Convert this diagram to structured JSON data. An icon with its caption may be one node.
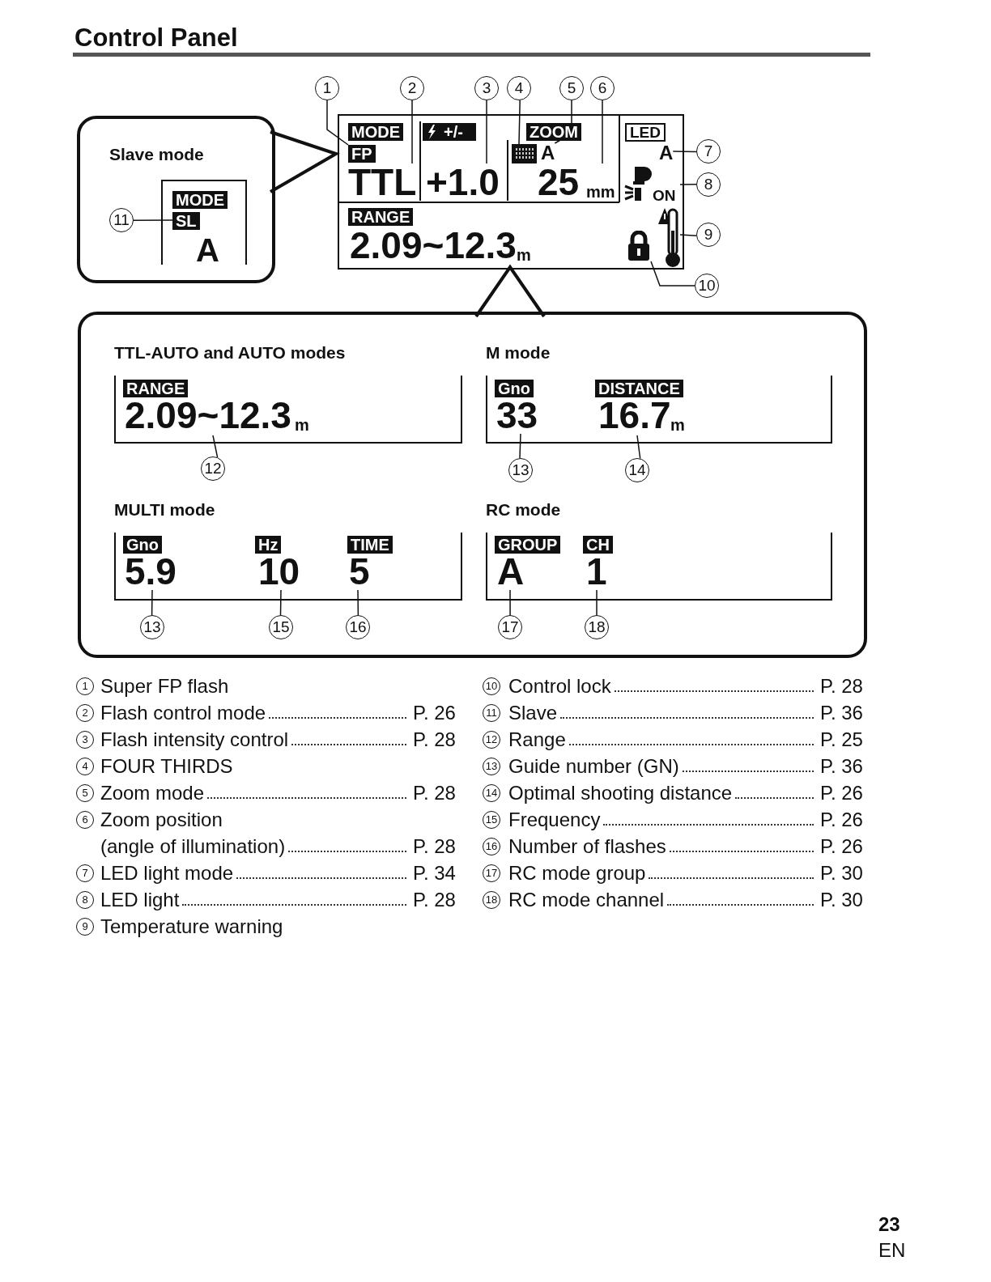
{
  "diagram": {
    "title": "Control Panel",
    "nodes": [
      {
        "text": [
          "Slave mode"
        ]
      },
      {
        "text": [
          "A"
        ],
        "in": 0
      },
      {
        "text": [
          "SL"
        ],
        "in": 1
      },
      {
        "text": [
          "11"
        ],
        "in": 0
      },
      {
        "text": [],
        "shape": "box"
      },
      {
        "text": [
          "FP"
        ],
        "in": 4
      },
      {
        "text": [
          "TTL"
        ],
        "in": 4
      },
      {
        "text": [
          "+1.0"
        ],
        "in": 4
      },
      {
        "text": [],
        "shape": "box",
        "in": 4
      },
      {
        "text": [
          "A"
        ],
        "in": 4
      },
      {
        "text": [
          "25",
          "mm"
        ],
        "in": 4
      },
      {
        "text": [
          "A"
        ],
        "in": 4
      },
      {
        "text": [
          "ON"
        ],
        "in": 4
      },
      {
        "text": [],
        "shape": "thermometer",
        "in": 4
      },
      {
        "text": [],
        "shape": "lock",
        "in": 4
      },
      {
        "text": [
          "2.09~12.3",
          "m"
        ],
        "in": 4
      },
      {
        "text": [
          "1"
        ]
      },
      {
        "text": [
          "2"
        ]
      },
      {
        "text": [
          "3"
        ]
      },
      {
        "text": [
          "4"
        ]
      },
      {
        "text": [
          "5"
        ]
      },
      {
        "text": [
          "6"
        ]
      },
      {
        "text": [
          "7"
        ]
      },
      {
        "text": [
          "8"
        ]
      },
      {
        "text": [
          "9"
        ]
      },
      {
        "text": [
          "10"
        ]
      },
      {
        "text": [],
        "shape": "box"
      },
      {
        "text": [
          "TTL-AUTO and AUTO modes"
        ],
        "in": 26
      },
      {
        "text": [
          "2.09~12.3",
          "m"
        ],
        "in": 27
      },
      {
        "text": [
          "12"
        ],
        "in": 26
      },
      {
        "text": [
          "M mode"
        ],
        "in": 26
      },
      {
        "text": [
          "33"
        ],
        "in": 30
      },
      {
        "text": [
          "16.7",
          "m"
        ],
        "in": 30
      },
      {
        "text": [
          "13"
        ],
        "in": 26
      },
      {
        "text": [
          "14"
        ],
        "in": 26
      },
      {
        "text": [
          "MULTI mode"
        ],
        "in": 26
      },
      {
        "text": [
          "5.9"
        ],
        "in": 35
      },
      {
        "text": [
          "10"
        ],
        "in": 35
      },
      {
        "text": [
          "5"
        ],
        "in": 35
      },
      {
        "text": [
          "13"
        ],
        "in": 26
      },
      {
        "text": [
          "15"
        ],
        "in": 26
      },
      {
        "text": [
          "16"
        ],
        "in": 26
      },
      {
        "text": [
          "RC mode"
        ],
        "in": 26
      },
      {
        "text": [
          "A"
        ],
        "in": 42
      },
      {
        "text": [
          "1"
        ],
        "in": 42
      },
      {
        "text": [
          "17"
        ],
        "in": 26
      },
      {
        "text": [
          "18"
        ],
        "in": 26
      },
      {
        "text": [
          "MODE"
        ],
        "in": 1
      },
      {
        "text": [
          "MODE"
        ],
        "in": 4
      },
      {
        "text": [
          "+/-"
        ],
        "in": 4
      },
      {
        "text": [
          "ZOOM"
        ],
        "in": 4
      },
      {
        "text": [
          "LED"
        ],
        "in": 4
      },
      {
        "text": [
          "RANGE"
        ],
        "in": 4
      },
      {
        "text": [
          "RANGE"
        ],
        "in": 27
      },
      {
        "text": [
          "Gno"
        ],
        "in": 30
      },
      {
        "text": [
          "DISTANCE"
        ],
        "in": 30
      },
      {
        "text": [
          "Gno"
        ],
        "in": 35
      },
      {
        "text": [
          "Hz"
        ],
        "in": 35
      },
      {
        "text": [
          "TIME"
        ],
        "in": 35
      },
      {
        "text": [
          "GROUP"
        ],
        "in": 42
      },
      {
        "text": [
          "CH"
        ],
        "in": 42
      }
    ],
    "edges": [
      {
        "from": 3,
        "to": 2,
        "arrow": "none"
      },
      {
        "from": 16,
        "to": 5,
        "arrow": "none"
      },
      {
        "from": 17,
        "to": 6,
        "arrow": "none"
      },
      {
        "from": 18,
        "to": 7,
        "arrow": "none"
      },
      {
        "from": 19,
        "to": 8,
        "arrow": "none"
      },
      {
        "from": 20,
        "to": 9,
        "arrow": "none"
      },
      {
        "from": 21,
        "to": 10,
        "arrow": "none"
      },
      {
        "from": 22,
        "to": 11,
        "arrow": "none"
      },
      {
        "from": 23,
        "to": 12,
        "arrow": "none"
      },
      {
        "from": 24,
        "to": 13,
        "arrow": "none"
      },
      {
        "from": 25,
        "to": 14,
        "arrow": "none"
      },
      {
        "from": 29,
        "to": 28,
        "arrow": "none"
      },
      {
        "from": 33,
        "to": 31,
        "arrow": "none"
      },
      {
        "from": 34,
        "to": 32,
        "arrow": "none"
      },
      {
        "from": 39,
        "to": 36,
        "arrow": "none"
      },
      {
        "from": 40,
        "to": 37,
        "arrow": "none"
      },
      {
        "from": 41,
        "to": 38,
        "arrow": "none"
      },
      {
        "from": 45,
        "to": 43,
        "arrow": "none"
      },
      {
        "from": 46,
        "to": 44,
        "arrow": "none"
      }
    ],
    "labels": [
      "1",
      "Super FP flash",
      "2",
      "Flash control mode",
      "P. 26",
      "3",
      "Flash intensity control",
      "P. 28",
      "4",
      "FOUR THIRDS",
      "5",
      "Zoom mode",
      "P. 28",
      "6",
      "Zoom position",
      "(angle of illumination)",
      "P. 28",
      "7",
      "LED light mode",
      "P. 34",
      "8",
      "LED light",
      "P. 28",
      "9",
      "Temperature warning",
      "10",
      "Control lock",
      "P. 28",
      "11",
      "Slave",
      "P. 36",
      "12",
      "Range",
      "P. 25",
      "13",
      "Guide number (GN)",
      "P. 36",
      "14",
      "Optimal shooting distance",
      "P. 26",
      "15",
      "Frequency",
      "P. 26",
      "16",
      "Number of flashes",
      "P. 26",
      "17",
      "RC mode group",
      "P. 30",
      "18",
      "RC mode channel",
      "P. 30",
      "23",
      "EN"
    ]
  }
}
